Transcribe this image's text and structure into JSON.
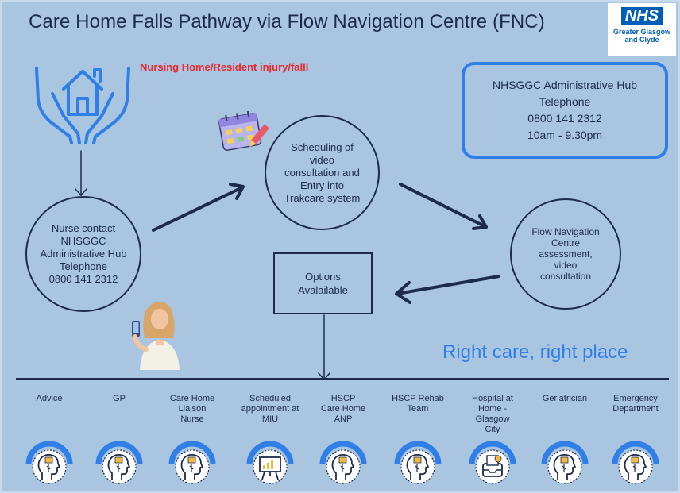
{
  "title": "Care Home Falls Pathway via Flow Navigation Centre (FNC)",
  "logo": {
    "brand": "NHS",
    "sub_line1": "Greater Glasgow",
    "sub_line2": "and Clyde"
  },
  "alert": "Nursing Home/Resident injury/falll",
  "hub_box": {
    "line1": "NHSGGC Administrative Hub",
    "line2": "Telephone",
    "line3": "0800 141 2312",
    "line4": "10am - 9.30pm"
  },
  "nodes": {
    "nurse": [
      "Nurse contact",
      "NHSGGC",
      "Administrative Hub",
      "Telephone",
      "0800 141 2312"
    ],
    "scheduling": [
      "Scheduling of",
      "video",
      "consultation and",
      "Entry into",
      "Trakcare system"
    ],
    "fnc": [
      "Flow Navigation",
      "Centre",
      "assessment,",
      "video",
      "consultation"
    ],
    "options": [
      "Options",
      "Avalailable"
    ]
  },
  "tagline": "Right care, right place",
  "options": [
    {
      "lines": [
        "Advice"
      ],
      "icon": "head-icon"
    },
    {
      "lines": [
        "GP"
      ],
      "icon": "head-icon"
    },
    {
      "lines": [
        "Care Home",
        "Liaison",
        "Nurse"
      ],
      "icon": "head-icon"
    },
    {
      "lines": [
        "Scheduled",
        "appointment at",
        "MIU"
      ],
      "icon": "presentation-board-icon"
    },
    {
      "lines": [
        "HSCP",
        "Care Home",
        "ANP"
      ],
      "icon": "head-icon"
    },
    {
      "lines": [
        "HSCP Rehab",
        "Team"
      ],
      "icon": "head-icon"
    },
    {
      "lines": [
        "Hospital at",
        "Home -",
        "Glasgow",
        "City"
      ],
      "icon": "inbox-icon"
    },
    {
      "lines": [
        "Geriatrician"
      ],
      "icon": "head-icon"
    },
    {
      "lines": [
        "Emergency",
        "Department"
      ],
      "icon": "head-icon"
    }
  ],
  "colors": {
    "background": "#a9c5e0",
    "accent_blue": "#2f7fe6",
    "alert_red": "#e8282e",
    "ink": "#1c2b4a"
  }
}
